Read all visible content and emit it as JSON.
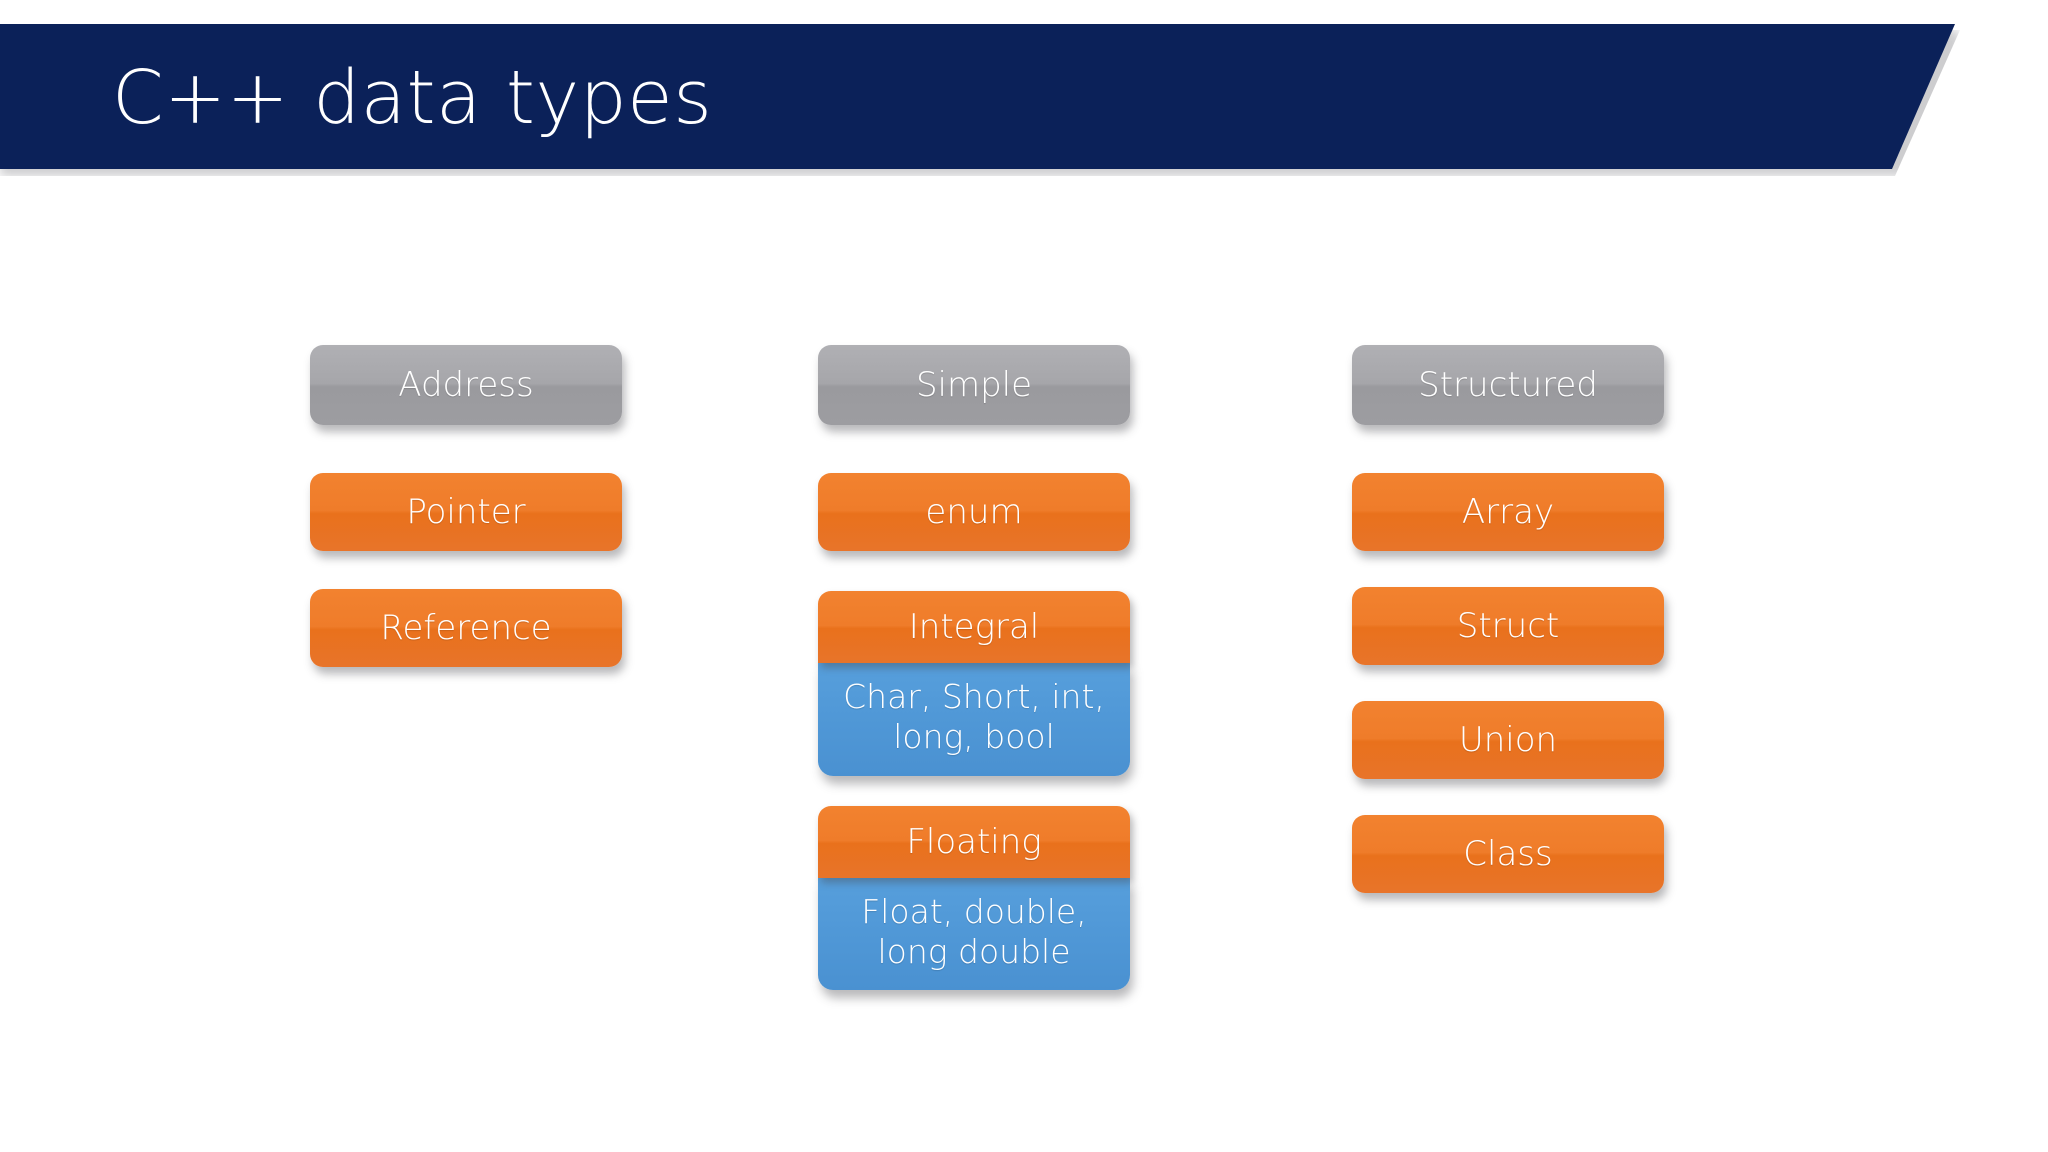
{
  "slide": {
    "title": "C++ data types",
    "background_color": "#FFFFFF",
    "banner_color": "#0B2159",
    "banner_title_color": "#FFFFFF"
  },
  "colors": {
    "header_gray": "#A6A6AA",
    "orange": "#EF7C2A",
    "blue": "#4F97D6",
    "navy": "#0B2159",
    "text_white": "#FFFFFF"
  },
  "diagram": {
    "columns": [
      {
        "id": "address",
        "header": "Address",
        "nodes": [
          {
            "label": "Pointer",
            "type": "orange"
          },
          {
            "label": "Reference",
            "type": "orange"
          }
        ]
      },
      {
        "id": "simple",
        "header": "Simple",
        "nodes": [
          {
            "label": "enum",
            "type": "orange"
          },
          {
            "label": "Integral",
            "type": "orange-group",
            "detail": "Char, Short, int, long, bool"
          },
          {
            "label": "Floating",
            "type": "orange-group",
            "detail": "Float, double, long double"
          }
        ]
      },
      {
        "id": "structured",
        "header": "Structured",
        "nodes": [
          {
            "label": "Array",
            "type": "orange"
          },
          {
            "label": "Struct",
            "type": "orange"
          },
          {
            "label": "Union",
            "type": "orange"
          },
          {
            "label": "Class",
            "type": "orange"
          }
        ]
      }
    ]
  }
}
